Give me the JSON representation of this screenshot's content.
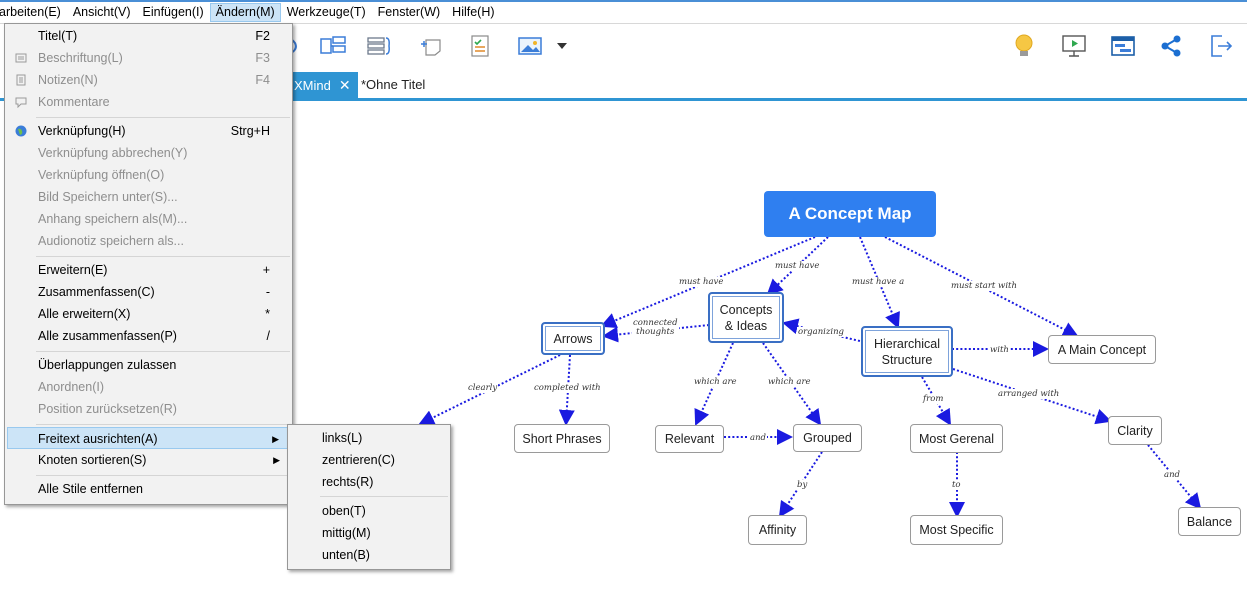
{
  "menubar": {
    "items": [
      {
        "label": "arbeiten(E)"
      },
      {
        "label": "Ansicht(V)"
      },
      {
        "label": "Einfügen(I)"
      },
      {
        "label": "Ändern(M)"
      },
      {
        "label": "Werkzeuge(T)"
      },
      {
        "label": "Fenster(W)"
      },
      {
        "label": "Hilfe(H)"
      }
    ],
    "active_index": 3
  },
  "toolbar": {
    "left_icons": [
      "topic-structure-icon",
      "boundary-icon",
      "summary-icon",
      "note-add-icon",
      "task-icon",
      "image-icon",
      "dropdown-arrow-icon"
    ],
    "right_icons": [
      "idea-bulb-icon",
      "presentation-icon",
      "gantt-icon",
      "share-icon",
      "export-icon"
    ]
  },
  "tabs": {
    "active_label": "XMind",
    "close_glyph": "✕",
    "inactive_label": "*Ohne Titel"
  },
  "edit_menu": {
    "items": [
      {
        "label": "Titel(T)",
        "shortcut": "F2",
        "disabled": false
      },
      {
        "label": "Beschriftung(L)",
        "shortcut": "F3",
        "disabled": true,
        "icon": "label-icon"
      },
      {
        "label": "Notizen(N)",
        "shortcut": "F4",
        "disabled": true,
        "icon": "notes-icon"
      },
      {
        "label": "Kommentare",
        "shortcut": "",
        "disabled": true,
        "icon": "comment-icon"
      },
      {
        "label": "Verknüpfung(H)",
        "shortcut": "Strg+H",
        "disabled": false,
        "icon": "globe-icon"
      },
      {
        "label": "Verknüpfung abbrechen(Y)",
        "shortcut": "",
        "disabled": true
      },
      {
        "label": "Verknüpfung öffnen(O)",
        "shortcut": "",
        "disabled": true
      },
      {
        "label": "Bild Speichern unter(S)...",
        "shortcut": "",
        "disabled": true
      },
      {
        "label": "Anhang speichern als(M)...",
        "shortcut": "",
        "disabled": true
      },
      {
        "label": "Audionotiz speichern als...",
        "shortcut": "",
        "disabled": true
      },
      {
        "label": "Erweitern(E)",
        "shortcut": "+",
        "disabled": false
      },
      {
        "label": "Zusammenfassen(C)",
        "shortcut": "-",
        "disabled": false
      },
      {
        "label": "Alle erweitern(X)",
        "shortcut": "*",
        "disabled": false
      },
      {
        "label": "Alle zusammenfassen(P)",
        "shortcut": "/",
        "disabled": false
      },
      {
        "label": "Überlappungen zulassen",
        "shortcut": "",
        "disabled": false
      },
      {
        "label": "Anordnen(I)",
        "shortcut": "",
        "disabled": true
      },
      {
        "label": "Position zurücksetzen(R)",
        "shortcut": "",
        "disabled": true
      },
      {
        "label": "Freitext ausrichten(A)",
        "shortcut": "",
        "disabled": false,
        "submenu": true,
        "highlighted": true
      },
      {
        "label": "Knoten sortieren(S)",
        "shortcut": "",
        "disabled": false,
        "submenu": true
      },
      {
        "label": "Alle Stile entfernen",
        "shortcut": "",
        "disabled": false
      }
    ]
  },
  "align_submenu": {
    "items": [
      {
        "label": "links(L)"
      },
      {
        "label": "zentrieren(C)"
      },
      {
        "label": "rechts(R)"
      },
      {
        "label": "oben(T)"
      },
      {
        "label": "mittig(M)"
      },
      {
        "label": "unten(B)"
      }
    ]
  },
  "concept_map": {
    "root": "A Concept Map",
    "nodes": {
      "arrows": "Arrows",
      "concepts": "Concepts\n& Ideas",
      "hierarchical": "Hierarchical\nStructure",
      "main_concept": "A Main Concept",
      "short_phrases": "Short Phrases",
      "relevant": "Relevant",
      "grouped": "Grouped",
      "most_general": "Most Gerenal",
      "clarity": "Clarity",
      "affinity": "Affinity",
      "most_specific": "Most Specific",
      "balance": "Balance"
    },
    "links": {
      "must_have_1": "must have",
      "must_have_2": "must have",
      "must_have_a": "must have a",
      "must_start_with": "must start with",
      "connected_thoughts": "connected\nthoughts",
      "organizing": "organizing",
      "with": "with",
      "clearly": "clearly",
      "completed_with": "completed with",
      "which_are_1": "which are",
      "which_are_2": "which are",
      "from": "from",
      "arranged_with": "arranged with",
      "and_1": "and",
      "by": "by",
      "to": "to",
      "and_2": "and"
    },
    "colors": {
      "root": "#2f7ff0",
      "line": "#1a1ae0",
      "selected_border": "#3a6fc4"
    }
  }
}
